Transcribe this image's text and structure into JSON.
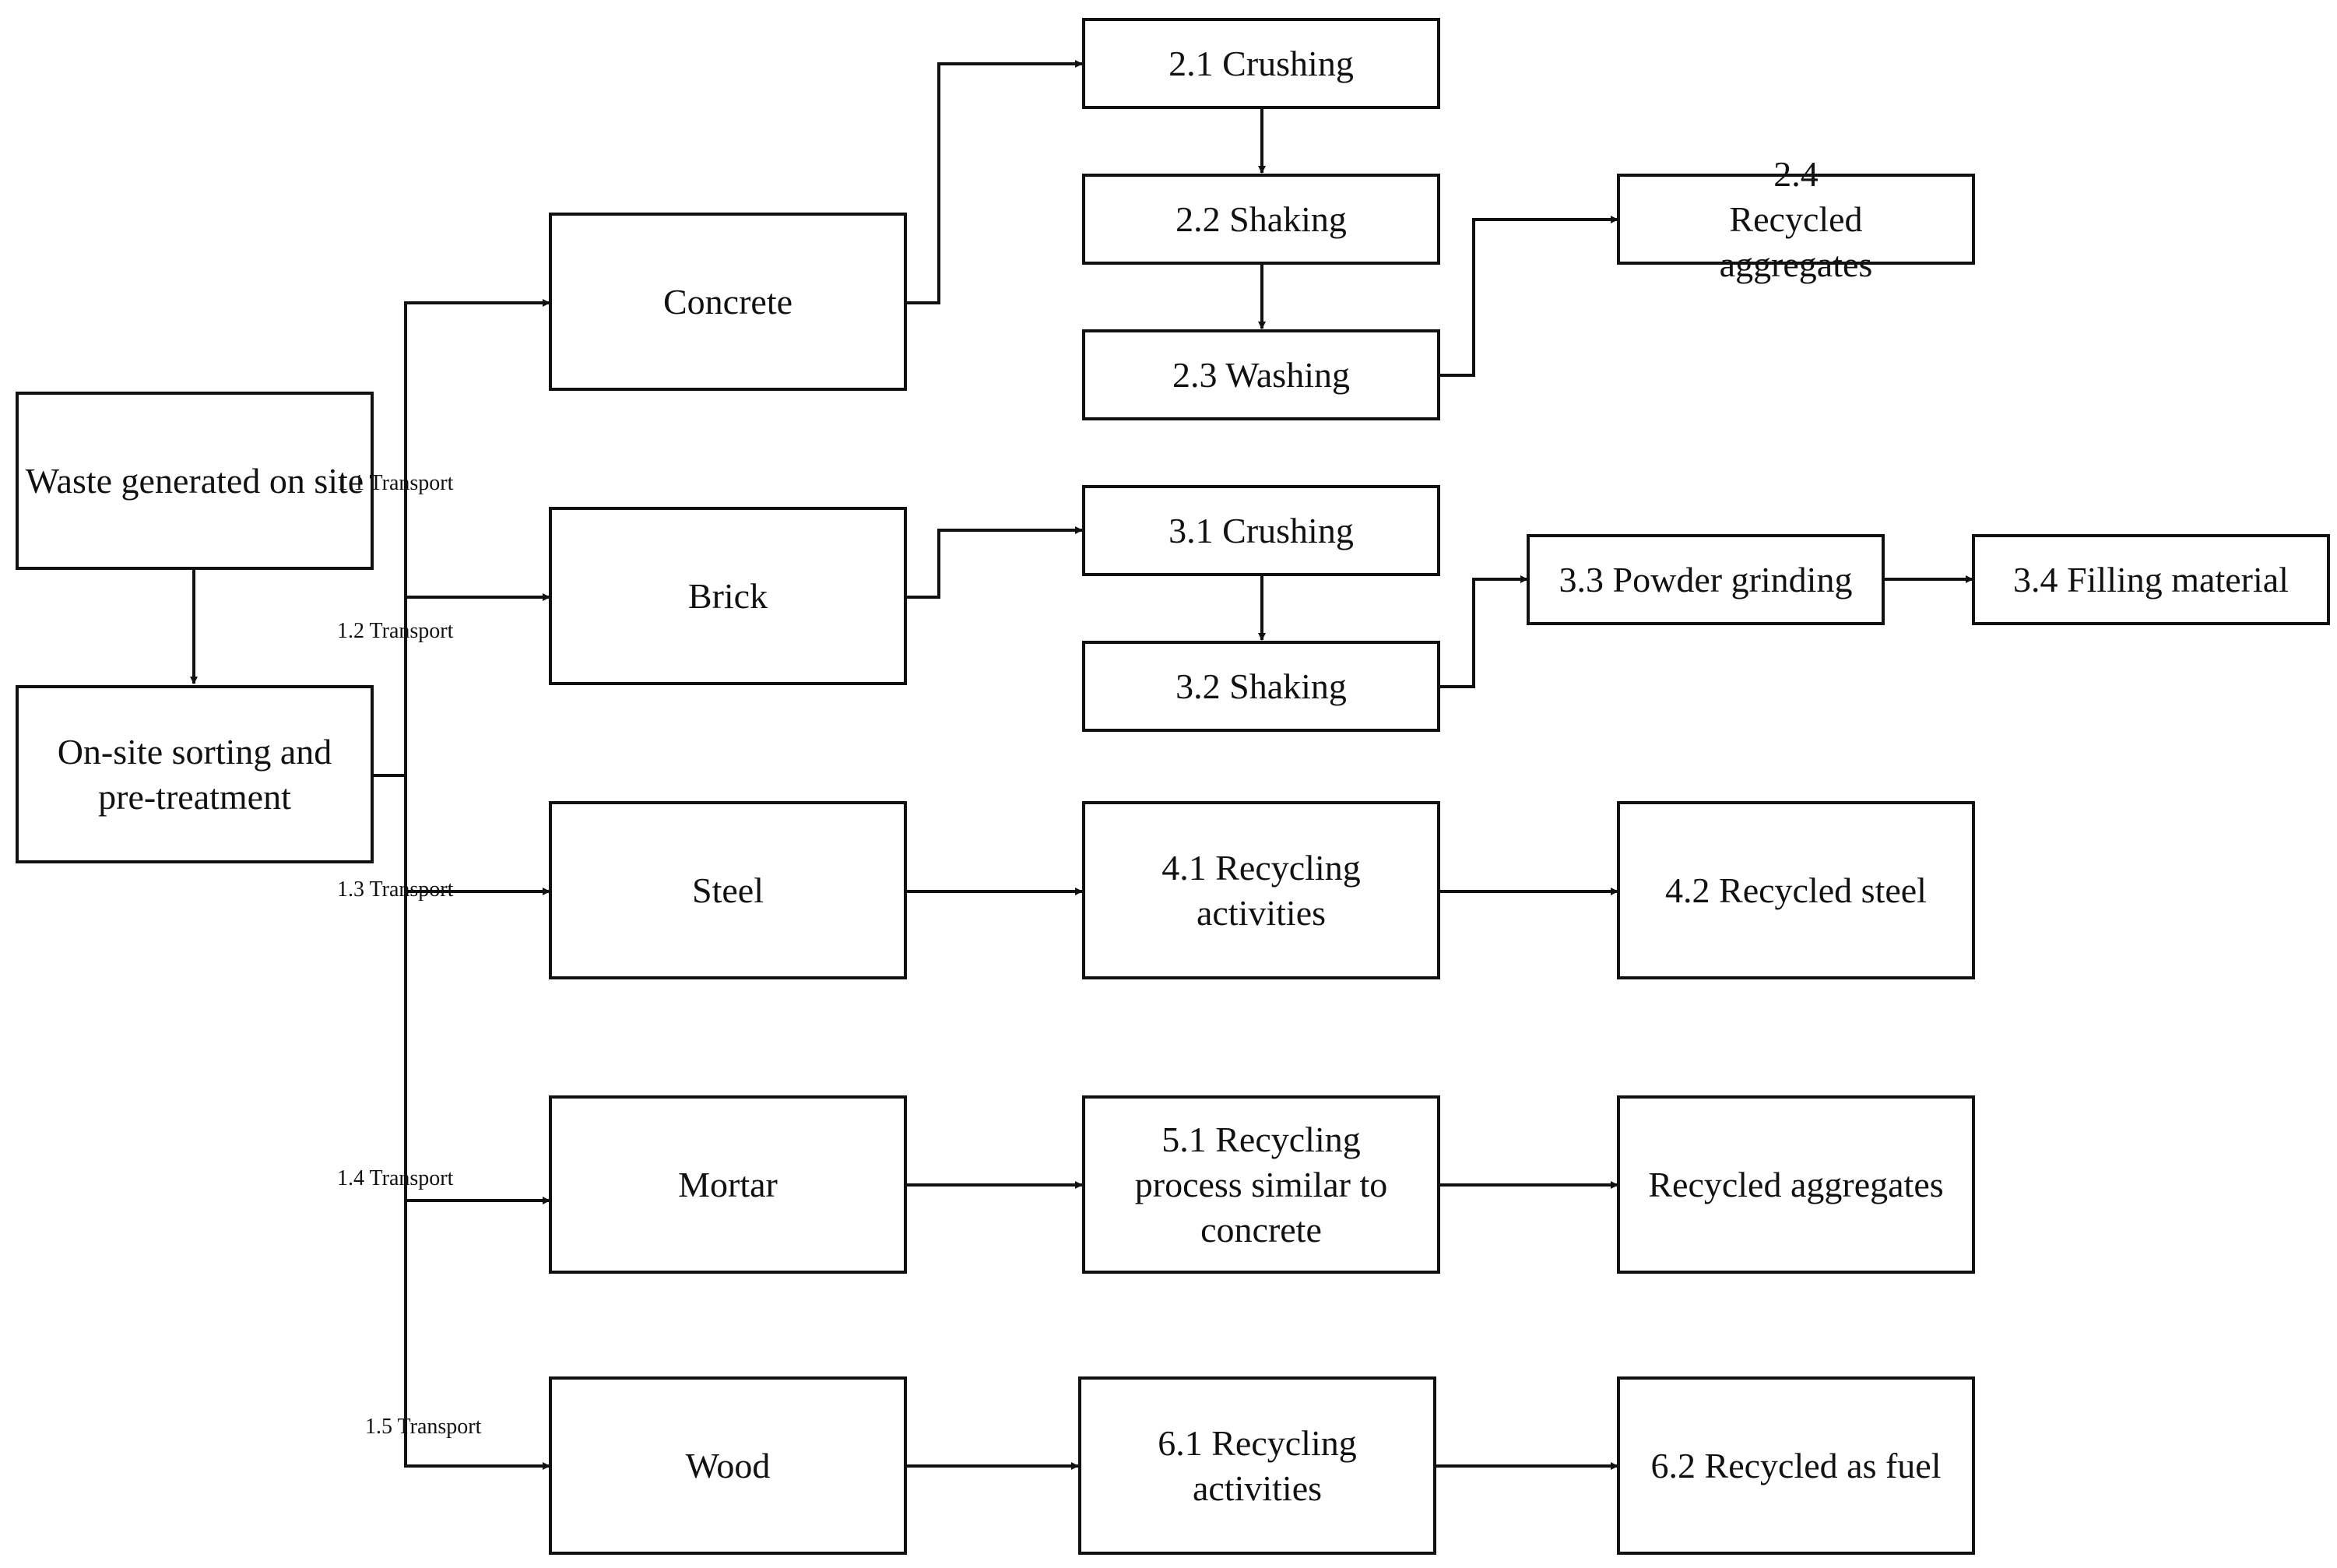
{
  "nodes": {
    "waste": "Waste generated on site",
    "sorting": "On-site sorting and pre-treatment",
    "concrete": "Concrete",
    "brick": "Brick",
    "steel": "Steel",
    "mortar": "Mortar",
    "wood": "Wood",
    "c_crushing": "2.1 Crushing",
    "c_shaking": "2.2 Shaking",
    "c_washing": "2.3 Washing",
    "c_aggregates": "2.4 Recycled aggregates",
    "b_crushing": "3.1 Crushing",
    "b_shaking": "3.2 Shaking",
    "b_grinding": "3.3 Powder grinding",
    "b_filling": "3.4 Filling material",
    "s_recycling": "4.1 Recycling activities",
    "s_recycled": "4.2 Recycled steel",
    "m_recycling": "5.1 Recycling process similar to concrete",
    "m_aggregates": "Recycled aggregates",
    "w_recycling": "6.1 Recycling activities",
    "w_fuel": "6.2 Recycled as fuel"
  },
  "transport_labels": {
    "t1": "1.1 Transport",
    "t2": "1.2 Transport",
    "t3": "1.3 Transport",
    "t4": "1.4 Transport",
    "t5": "1.5 Transport"
  }
}
